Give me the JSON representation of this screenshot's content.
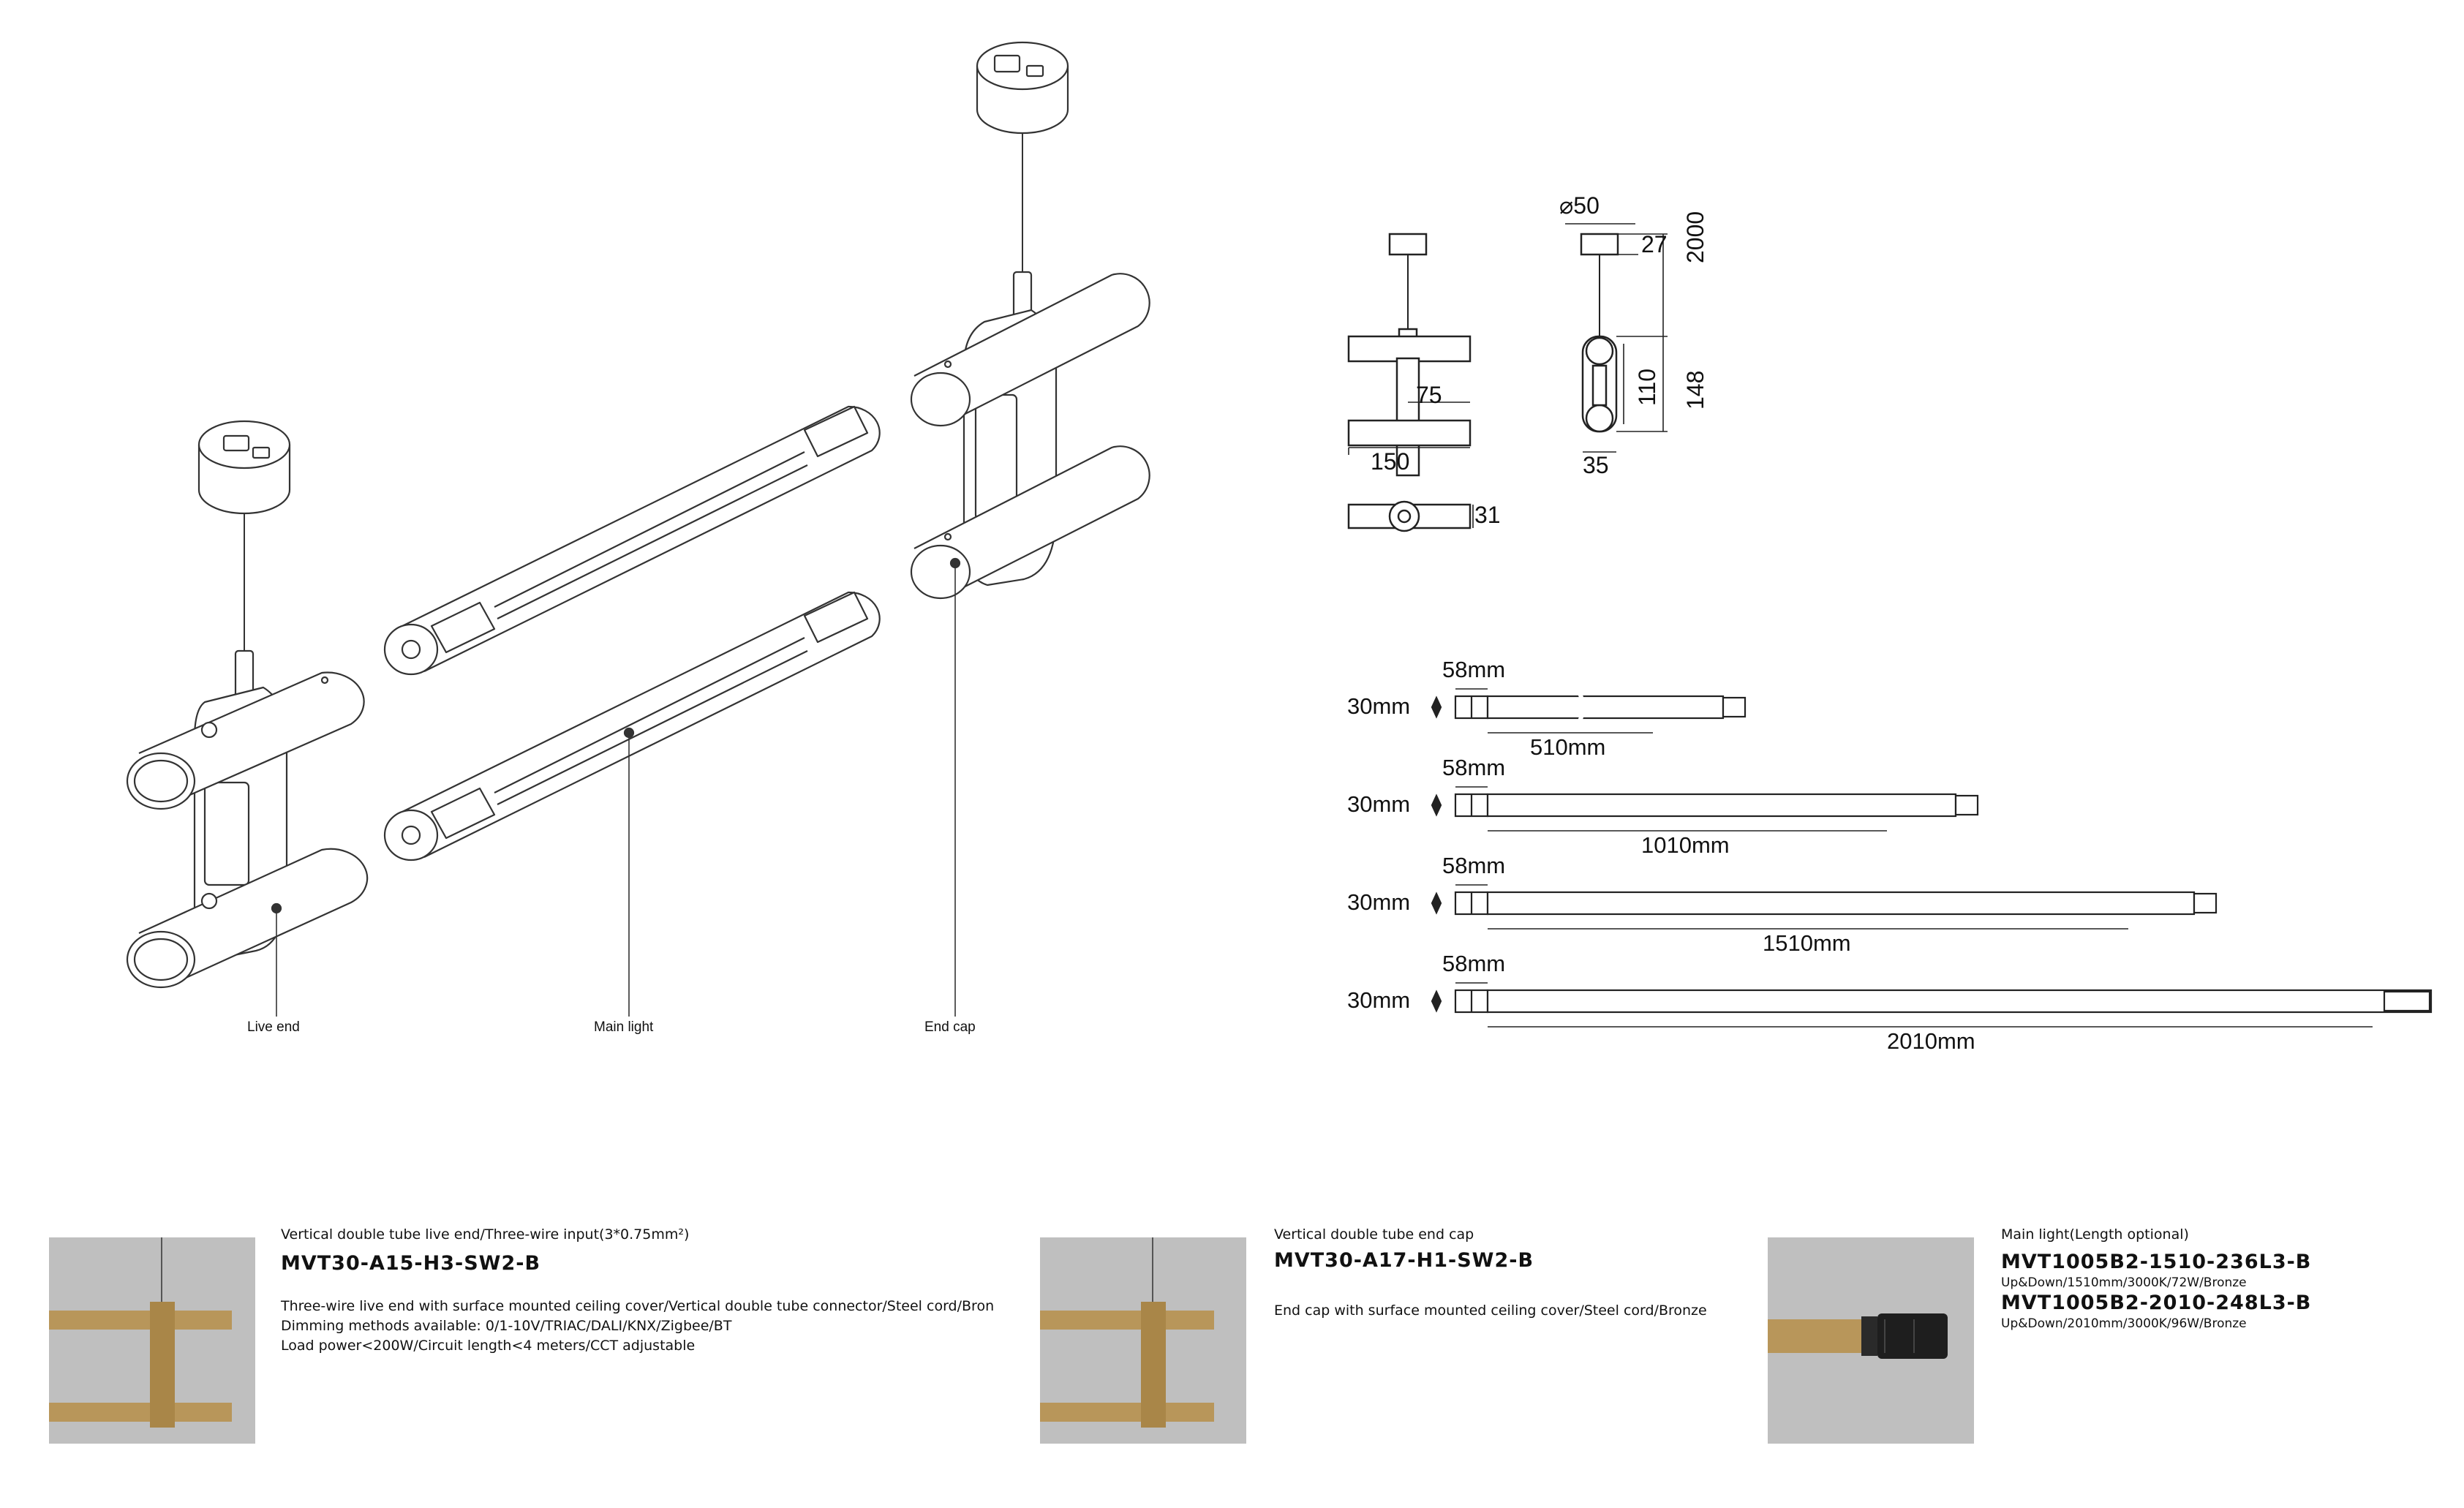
{
  "callouts": {
    "live_end": "Live end",
    "main_light": "Main light",
    "end_cap": "End cap"
  },
  "dims": {
    "d50": "⌀50",
    "d27": "27",
    "d2000": "2000",
    "d148": "148",
    "d110": "110",
    "d35": "35",
    "d75": "75",
    "d150": "150",
    "d31": "31"
  },
  "lengths": [
    {
      "height": "30mm",
      "cap": "58mm",
      "length": "510mm"
    },
    {
      "height": "30mm",
      "cap": "58mm",
      "length": "1010mm"
    },
    {
      "height": "30mm",
      "cap": "58mm",
      "length": "1510mm"
    },
    {
      "height": "30mm",
      "cap": "58mm",
      "length": "2010mm"
    }
  ],
  "products": {
    "live_end": {
      "title": "Vertical double tube live end/Three-wire input(3*0.75mm²)",
      "code": "MVT30-A15-H3-SW2-B",
      "lines": [
        "Three-wire live end with surface mounted ceiling cover/Vertical double tube connector/Steel cord/Bron",
        "Dimming methods available: 0/1-10V/TRIAC/DALI/KNX/Zigbee/BT",
        "Load power<200W/Circuit length<4 meters/CCT adjustable"
      ]
    },
    "end_cap": {
      "title": "Vertical double tube end cap",
      "code": "MVT30-A17-H1-SW2-B",
      "desc": "End cap with surface mounted ceiling cover/Steel cord/Bronze"
    },
    "main_light": {
      "title": "Main light(Length optional)",
      "code1": "MVT1005B2-1510-236L3-B",
      "spec1": "Up&Down/1510mm/3000K/72W/Bronze",
      "code2": "MVT1005B2-2010-248L3-B",
      "spec2": "Up&Down/2010mm/3000K/96W/Bronze"
    }
  },
  "colors": {
    "line": "#333333",
    "bronze": "#b8965a",
    "photo_bg": "#bfbfbf",
    "connector": "#1e1e1e"
  }
}
